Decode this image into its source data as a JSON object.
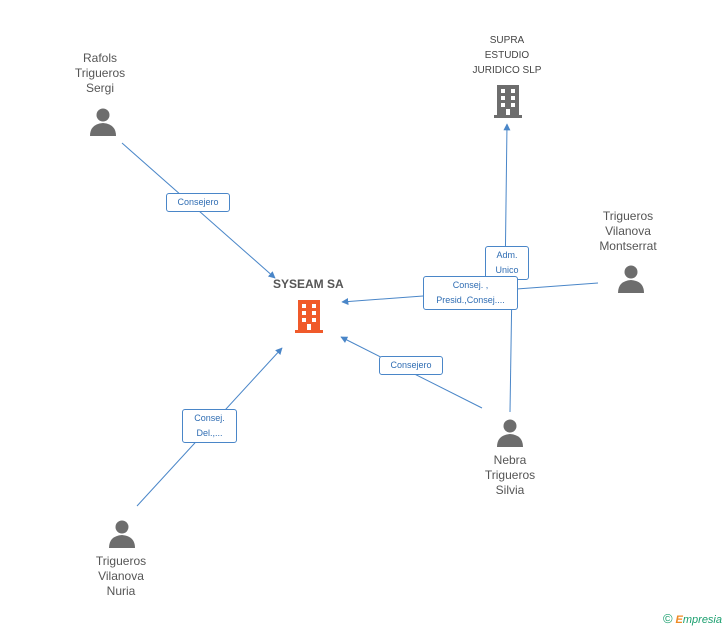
{
  "central_node": {
    "label": "SYSEAM SA",
    "color": "#f05a2a"
  },
  "nodes": {
    "rafols": {
      "label": "Rafols\nTrigueros\nSergi"
    },
    "supra": {
      "label": "SUPRA\nESTUDIO\nJURIDICO SLP"
    },
    "montserrat": {
      "label": "Trigueros\nVilanova\nMontserrat"
    },
    "silvia": {
      "label": "Nebra\nTrigueros\nSilvia"
    },
    "nuria": {
      "label": "Trigueros\nVilanova\nNuria"
    }
  },
  "relations": {
    "rafols_consejero": "Consejero",
    "montserrat_adm": "Adm.\nUnico",
    "montserrat_consej": "Consej. ,\nPresid.,Consej....",
    "silvia_consejero": "Consejero",
    "nuria_consej": "Consej.\nDel.,..."
  },
  "footer": {
    "copyright": "©",
    "brand_e": "E",
    "brand_rest": "mpresia"
  },
  "colors": {
    "edge": "#4a86c8",
    "person": "#6d6d6d",
    "company": "#6d6d6d",
    "central": "#f05a2a"
  }
}
